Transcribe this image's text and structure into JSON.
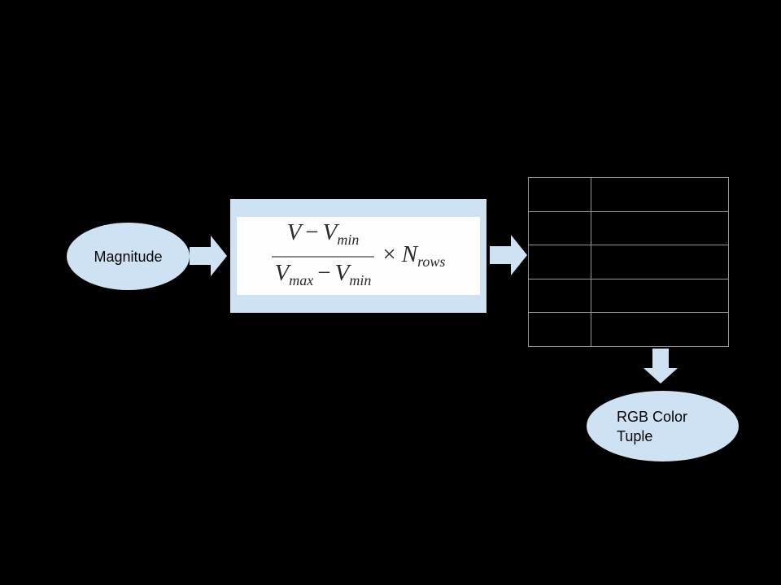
{
  "colors": {
    "background": "#000000",
    "shape_fill": "#cfe2f3",
    "formula_panel_background": "#fefefe",
    "table_border": "#969696",
    "label_text": "#000000",
    "formula_text": "#2a2a2a"
  },
  "magnitude_node": {
    "label": "Magnitude"
  },
  "formula_node": {
    "numerator": {
      "term1": "V",
      "minus": "−",
      "term2": "V",
      "term2_sub": "min"
    },
    "denominator": {
      "term1": "V",
      "term1_sub": "max",
      "minus": "−",
      "term2": "V",
      "term2_sub": "min"
    },
    "times": "×",
    "factor": "N",
    "factor_sub": "rows"
  },
  "lookup_table": {
    "rows": 5,
    "columns": 2
  },
  "rgb_node": {
    "label_line1": "RGB Color",
    "label_line2": "Tuple"
  }
}
